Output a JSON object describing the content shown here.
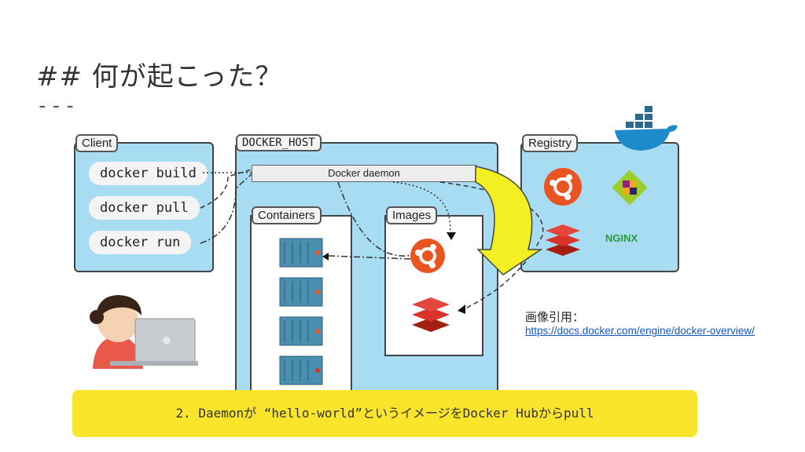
{
  "slide": {
    "title": "## 何が起こった？",
    "separator": "---"
  },
  "diagram": {
    "client_label": "Client",
    "commands": [
      "docker build",
      "docker pull",
      "docker run"
    ],
    "host_label": "DOCKER_HOST",
    "daemon_label": "Docker daemon",
    "containers_label": "Containers",
    "images_label": "Images",
    "registry_label": "Registry",
    "nginx_label": "NGINX"
  },
  "credit": {
    "label": "画像引用：",
    "url": "https://docs.docker.com/engine/docker-overview/"
  },
  "banner": {
    "text": "2. Daemonが “hello-world”というイメージをDocker Hubからpull"
  },
  "colors": {
    "panel": "#a7dcf2",
    "banner": "#fbe52c",
    "ubuntu": "#e95420",
    "redis": "#d8322b",
    "container": "#4a8fb0"
  }
}
